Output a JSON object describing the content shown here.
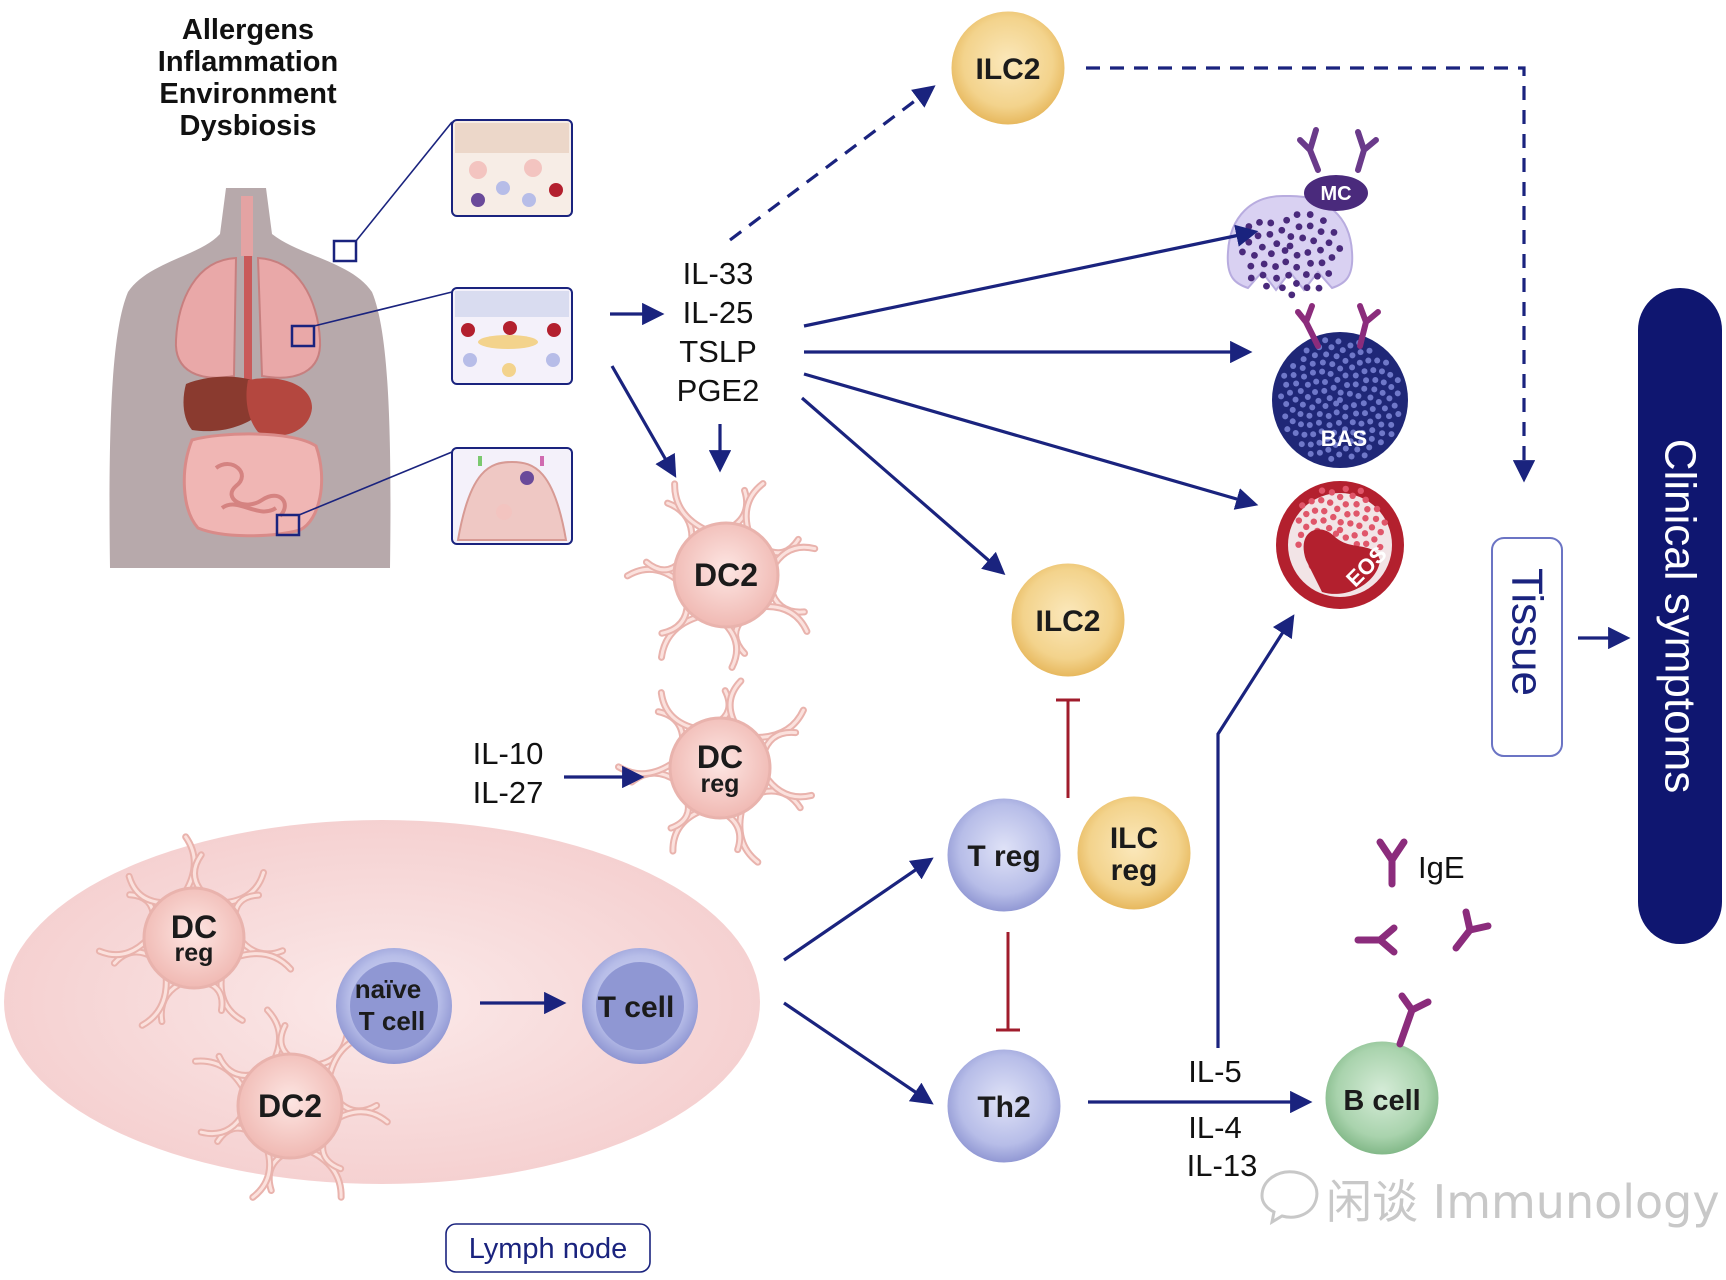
{
  "triggers": [
    "Allergens",
    "Inflammation",
    "Environment",
    "Dysbiosis"
  ],
  "cytokines_epithelial": [
    "IL-33",
    "IL-25",
    "TSLP",
    "PGE2"
  ],
  "cytokines_reg": [
    "IL-10",
    "IL-27"
  ],
  "cytokines_th2": {
    "top": "IL-5",
    "bottom": [
      "IL-4",
      "IL-13"
    ]
  },
  "cells": {
    "ilc2_top": "ILC2",
    "ilc2_mid": "ILC2",
    "mc": "MC",
    "bas": "BAS",
    "eos": "EOS",
    "dc2_top": "DC2",
    "dcreg_mid": [
      "DC",
      "reg"
    ],
    "dcreg_ln": [
      "DC",
      "reg"
    ],
    "dc2_ln": "DC2",
    "naive_t": [
      "naïve",
      "T cell"
    ],
    "t_cell": "T cell",
    "treg": "T reg",
    "ilcreg": [
      "ILC",
      "reg"
    ],
    "th2": "Th2",
    "bcell": "B cell"
  },
  "ige_label": "IgE",
  "lymph_node_label": "Lymph node",
  "tissue_label": "Tissue",
  "clinical_label": "Clinical symptoms",
  "watermark": "闲谈 Immunology",
  "colors": {
    "arrow": "#1a237e",
    "inhibit": "#a01c2c",
    "ilc_fill": "#f3d38c",
    "t_fill": "#b7bde8",
    "b_fill": "#a9d3ad",
    "dc_fill": "#f3c4c0",
    "lymph_fill": "#f8d9d9",
    "clinical_bar": "#0f1670",
    "ige": "#8b2c7c",
    "mc_fill": "#d9d1f2",
    "bas_fill": "#1f2777",
    "eos_fill": "#b3202e"
  }
}
